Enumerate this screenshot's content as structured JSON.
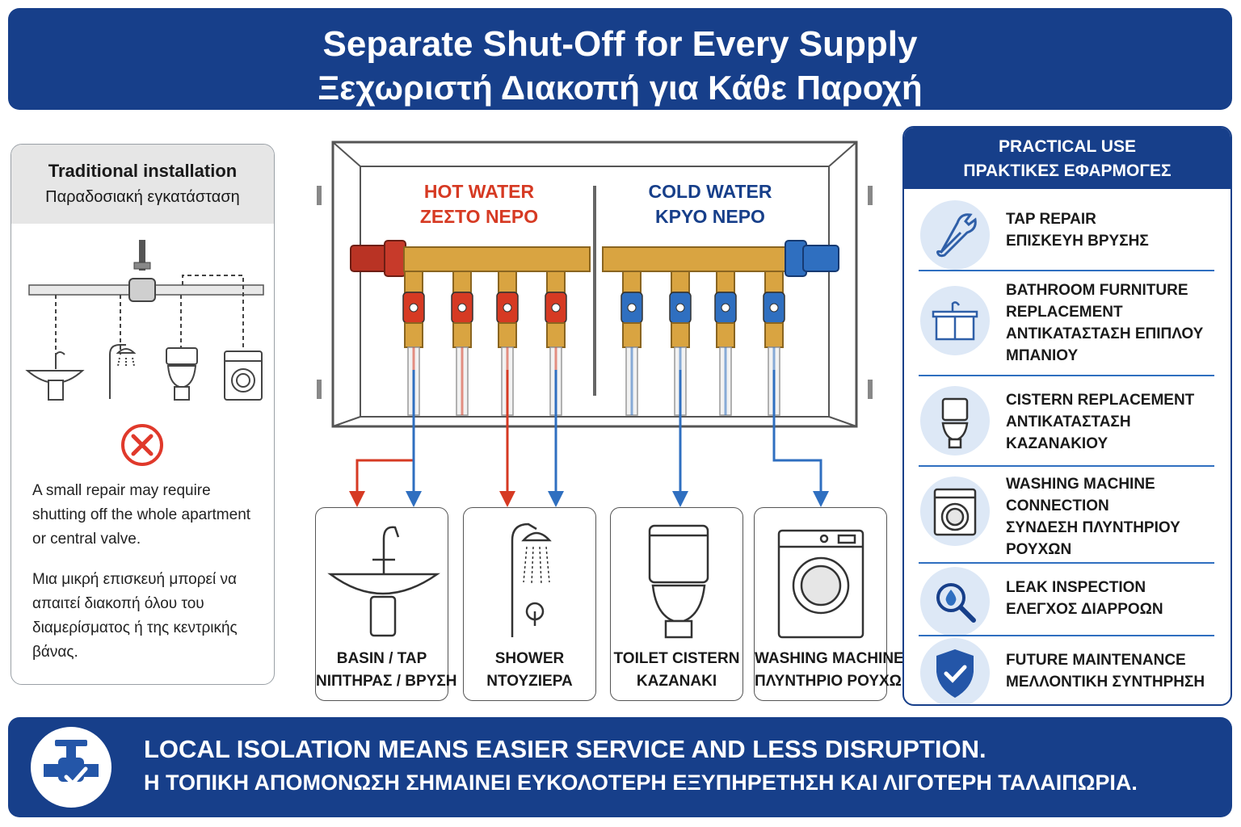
{
  "title": {
    "line1": "Separate Shut-Off for Every Supply",
    "line2": "Ξεχωριστή Διακοπή για Κάθε Παροχή"
  },
  "traditional": {
    "title_en": "Traditional installation",
    "title_el": "Παραδοσιακή εγκατάσταση",
    "icon": "cross-circle-icon",
    "text_en_lines": [
      "A small repair may require",
      "shutting off the whole apartment",
      "or central valve."
    ],
    "text_el_lines": [
      "Μια μικρή επισκευή μπορεί να",
      "απαιτεί διακοπή όλου του",
      "διαμερίσματος ή της κεντρικής",
      "βάνας."
    ]
  },
  "manifold": {
    "hot_en": "HOT WATER",
    "hot_el": "ΖΕΣΤΟ ΝΕΡΟ",
    "cold_en": "COLD WATER",
    "cold_el": "ΚΡΥΟ ΝΕΡΟ",
    "hot_color": "#d63a23",
    "cold_color": "#2f6fc0",
    "brass_color": "#d9a441"
  },
  "fixtures": [
    {
      "icon": "basin-icon",
      "en": "BASIN / TAP",
      "el": "ΝΙΠΤΗΡΑΣ / ΒΡΥΣΗ"
    },
    {
      "icon": "shower-icon",
      "en": "SHOWER",
      "el": "ΝΤΟΥΖΙΕΡΑ"
    },
    {
      "icon": "toilet-icon",
      "en": "TOILET CISTERN",
      "el": "ΚΑΖΑΝΑΚΙ"
    },
    {
      "icon": "washing-machine-icon",
      "en": "WASHING MACHINE",
      "el": "ΠΛΥΝΤΗΡΙΟ ΡΟΥΧΩΝ"
    }
  ],
  "practical": {
    "title_en": "PRACTICAL USE",
    "title_el": "ΠΡΑΚΤΙΚΕΣ ΕΦΑΡΜΟΓΕΣ",
    "items": [
      {
        "icon": "wrench-icon",
        "lines": [
          "TAP REPAIR",
          "ΕΠΙΣΚΕΥΗ ΒΡΥΣΗΣ"
        ]
      },
      {
        "icon": "vanity-icon",
        "lines": [
          "BATHROOM FURNITURE",
          "REPLACEMENT",
          "ΑΝΤΙΚΑΤΑΣΤΑΣΗ ΕΠΙΠΛΟΥ",
          "ΜΠΑΝΙΟΥ"
        ]
      },
      {
        "icon": "toilet-icon",
        "lines": [
          "CISTERN REPLACEMENT",
          "ΑΝΤΙΚΑΤΑΣΤΑΣΗ",
          "ΚΑΖΑΝΑΚΙΟΥ"
        ]
      },
      {
        "icon": "washing-machine-icon",
        "lines": [
          "WASHING MACHINE",
          "CONNECTION",
          "ΣΥΝΔΕΣΗ ΠΛΥΝΤΗΡΙΟΥ",
          "ΡΟΥΧΩΝ"
        ]
      },
      {
        "icon": "leak-magnifier-icon",
        "lines": [
          "LEAK INSPECTION",
          "ΕΛΕΓΧΟΣ ΔΙΑΡΡΟΩΝ"
        ]
      },
      {
        "icon": "shield-check-icon",
        "lines": [
          "FUTURE MAINTENANCE",
          "ΜΕΛΛΟΝΤΙΚΗ ΣΥΝΤΗΡΗΣΗ"
        ]
      }
    ]
  },
  "footer": {
    "icon": "valve-check-icon",
    "line_en": "LOCAL ISOLATION MEANS EASIER SERVICE AND LESS DISRUPTION.",
    "line_el": "Η ΤΟΠΙΚΗ ΑΠΟΜΟΝΩΣΗ ΣΗΜΑΙΝΕΙ ΕΥΚΟΛΟΤΕΡΗ ΕΞΥΠΗΡΕΤΗΣΗ ΚΑΙ ΛΙΓΟΤΕΡΗ ΤΑΛΑΙΠΩΡΙΑ."
  }
}
